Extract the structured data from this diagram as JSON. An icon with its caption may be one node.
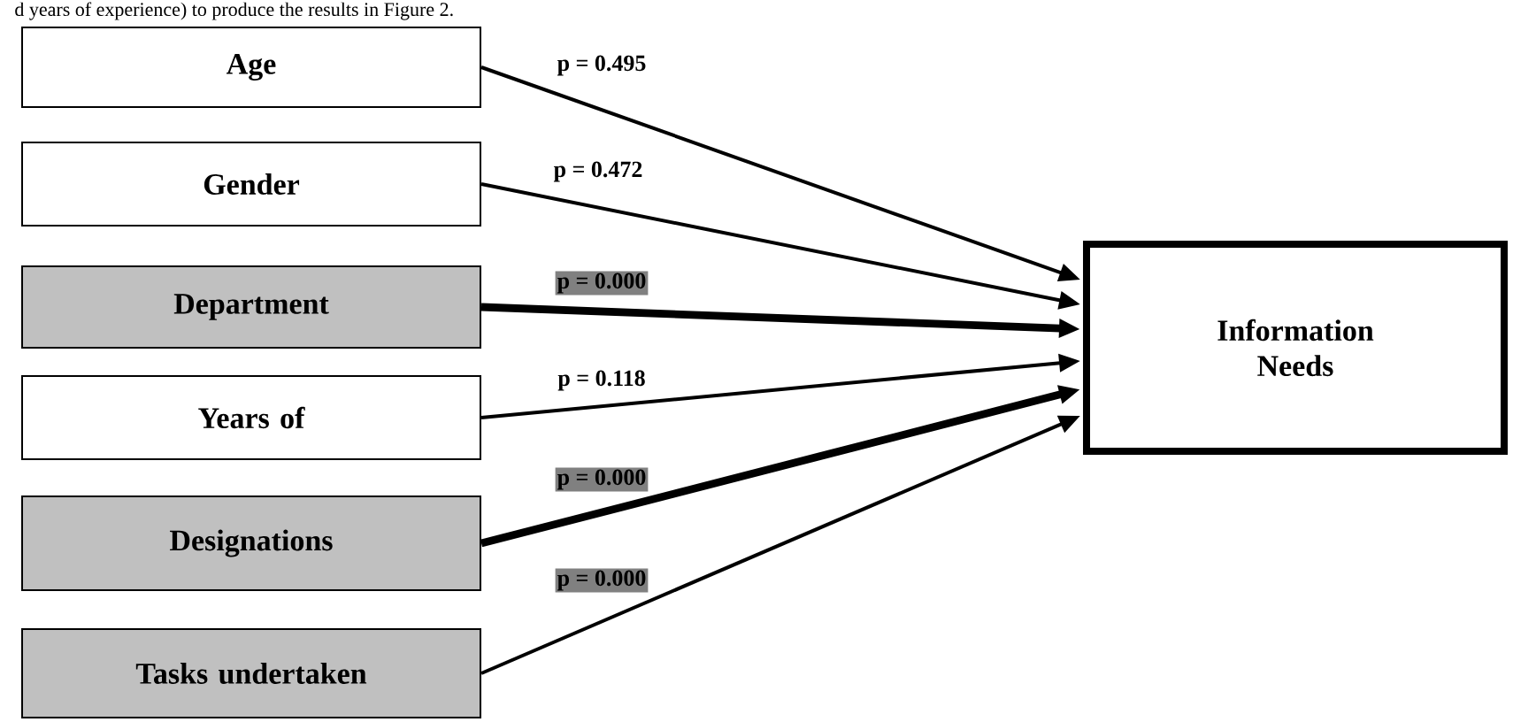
{
  "diagram": {
    "nodes": [
      {
        "text": [
          "Age"
        ]
      },
      {
        "text": [
          "Gender"
        ]
      },
      {
        "text": [
          "Department"
        ]
      },
      {
        "text": [
          "Years of"
        ]
      },
      {
        "text": [
          "Designations"
        ]
      },
      {
        "text": [
          "Tasks undertaken"
        ]
      },
      {
        "text": [
          "Information Needs"
        ]
      }
    ],
    "edges": [
      {
        "from": 0,
        "to": 6,
        "arrow": "to",
        "label": "p = 0.495"
      },
      {
        "from": 1,
        "to": 6,
        "arrow": "to",
        "label": "p = 0.472"
      },
      {
        "from": 2,
        "to": 6,
        "arrow": "to",
        "label": "p = 0.000",
        "style": "thick"
      },
      {
        "from": 3,
        "to": 6,
        "arrow": "to",
        "label": "p = 0.118"
      },
      {
        "from": 4,
        "to": 6,
        "arrow": "to",
        "label": "p = 0.000",
        "style": "thick"
      },
      {
        "from": 5,
        "to": 6,
        "arrow": "to",
        "label": "p = 0.000"
      }
    ],
    "labels": [
      "d years of experience) to produce the results in Figure 2."
    ]
  }
}
